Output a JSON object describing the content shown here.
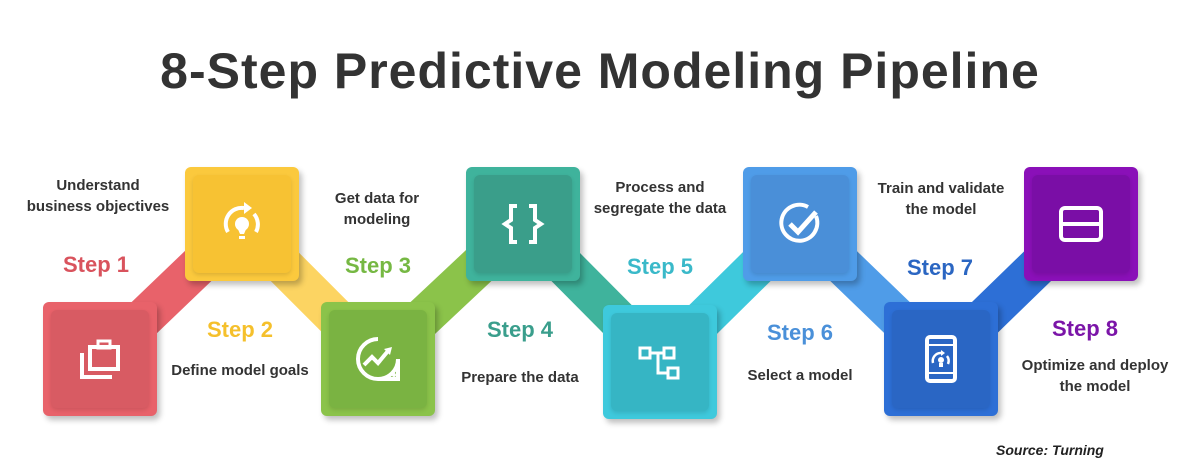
{
  "title": "8-Step Predictive Modeling Pipeline",
  "source": "Source: Turning",
  "steps": [
    {
      "label": "Step 1",
      "description": "Understand business objectives",
      "icon": "briefcase-icon",
      "color": "#e8626a",
      "inner_color": "#d85b63",
      "text_color": "#d9535d"
    },
    {
      "label": "Step 2",
      "description": "Define model goals",
      "icon": "lightbulb-refresh-icon",
      "color": "#fbc93d",
      "inner_color": "#f7c233",
      "text_color": "#f5c02c"
    },
    {
      "label": "Step 3",
      "description": "Get data for modeling",
      "icon": "trend-chart-icon",
      "color": "#8bc34a",
      "inner_color": "#7ab342",
      "text_color": "#76b843"
    },
    {
      "label": "Step 4",
      "description": "Prepare the data",
      "icon": "curly-braces-icon",
      "color": "#3fb39c",
      "inner_color": "#3a9e8a",
      "text_color": "#3a9e8c"
    },
    {
      "label": "Step 5",
      "description": "Process and segregate the data",
      "icon": "hierarchy-icon",
      "color": "#3ec9dc",
      "inner_color": "#36b5c4",
      "text_color": "#3ab9c9"
    },
    {
      "label": "Step 6",
      "description": "Select a model",
      "icon": "check-circle-icon",
      "color": "#4f9ce8",
      "inner_color": "#4a8fd8",
      "text_color": "#4a90d9"
    },
    {
      "label": "Step 7",
      "description": "Train and validate the model",
      "icon": "tablet-refresh-icon",
      "color": "#2d6fd6",
      "inner_color": "#2a66c4",
      "text_color": "#2b66c2"
    },
    {
      "label": "Step 8",
      "description": "Optimize and deploy the model",
      "icon": "deploy-panel-icon",
      "color": "#8a10b8",
      "inner_color": "#7a0ea6",
      "text_color": "#7b15a8"
    }
  ]
}
